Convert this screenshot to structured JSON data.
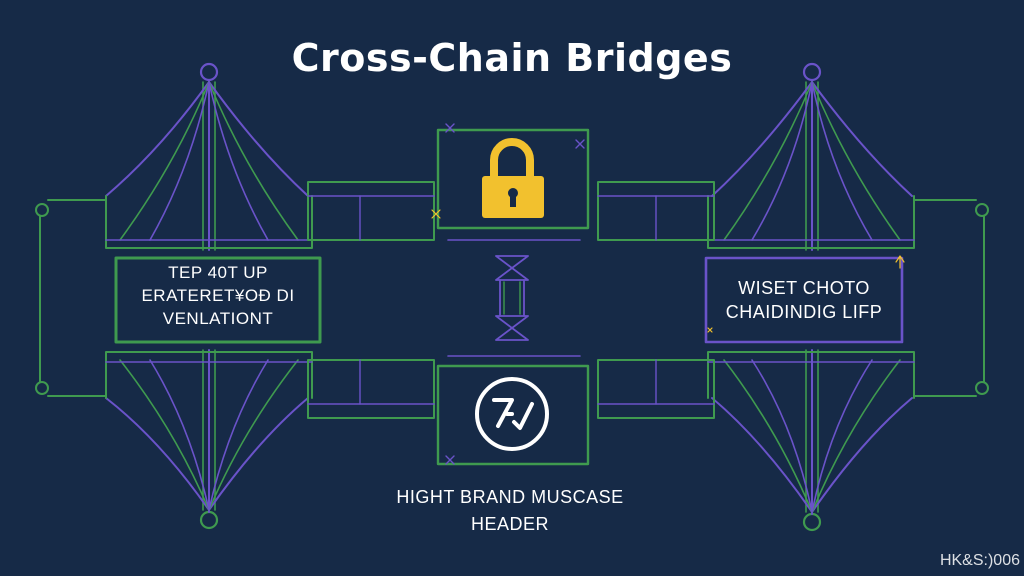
{
  "title": "Cross-Chain Bridges",
  "left_panel": {
    "lines": [
      "TEP 40T UP",
      "ERATERET¥OÐ DI",
      "VENLATIONT"
    ]
  },
  "right_panel": {
    "lines": [
      "WISET CHOTO",
      "CHAIDINDIG LIFP"
    ]
  },
  "bottom_caption": {
    "line1": "HIGHT BRAND MUSCASE",
    "line2": "HEADER"
  },
  "watermark": "HK&S:)006",
  "icons": {
    "center_top": "padlock-icon",
    "center_bottom": "swap-circle-icon"
  },
  "colors": {
    "background": "#162a47",
    "green_line": "#3f9a4f",
    "purple_line": "#6a53c9",
    "padlock": "#f2c12e",
    "text": "#ffffff"
  }
}
